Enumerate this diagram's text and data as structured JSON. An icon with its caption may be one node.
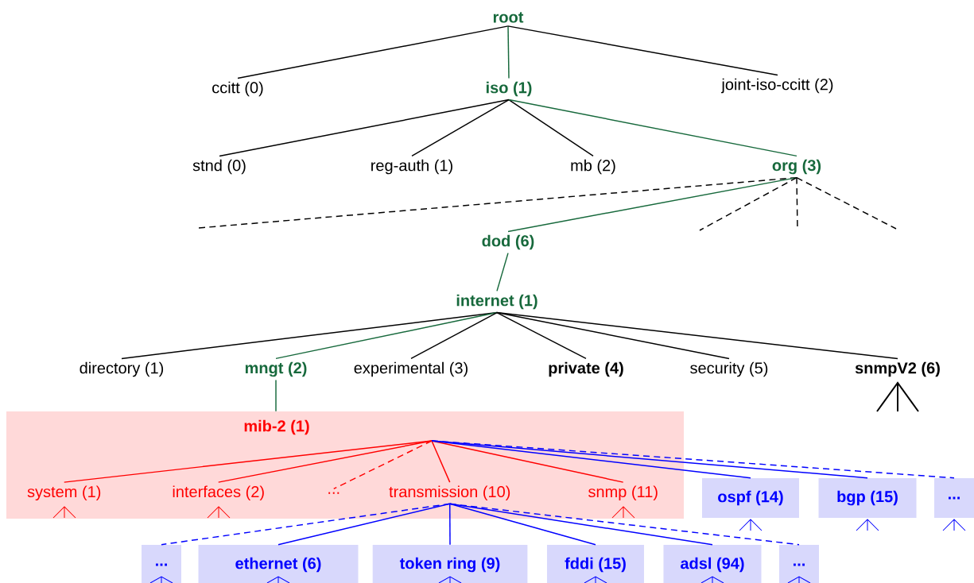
{
  "diagram": {
    "nodes": [
      {
        "text": [
          "root"
        ]
      },
      {
        "text": [
          "ccitt (0)"
        ]
      },
      {
        "text": [
          "iso (1)"
        ]
      },
      {
        "text": [
          "joint-iso-ccitt (2)"
        ]
      },
      {
        "text": [
          "stnd (0)"
        ]
      },
      {
        "text": [
          "reg-auth (1)"
        ]
      },
      {
        "text": [
          "mb (2)"
        ]
      },
      {
        "text": [
          "org (3)"
        ]
      },
      {
        "text": [
          "dod (6)"
        ]
      },
      {
        "text": [
          "internet (1)"
        ]
      },
      {
        "text": [
          "directory (1)"
        ]
      },
      {
        "text": [
          "mngt (2)"
        ]
      },
      {
        "text": [
          "experimental (3)"
        ]
      },
      {
        "text": [
          "private (4)"
        ]
      },
      {
        "text": [
          "security (5)"
        ]
      },
      {
        "text": [
          "snmpV2 (6)"
        ]
      },
      {
        "text": [
          "mib-2 (1)"
        ]
      },
      {
        "text": [
          "system (1)"
        ],
        "in": 16
      },
      {
        "text": [
          "interfaces (2)"
        ],
        "in": 16
      },
      {
        "text": [
          "..."
        ],
        "in": 16
      },
      {
        "text": [
          "transmission (10)"
        ],
        "in": 16
      },
      {
        "text": [
          "snmp (11)"
        ],
        "in": 16
      },
      {
        "text": [
          "ospf (14)"
        ]
      },
      {
        "text": [
          "bgp (15)"
        ]
      },
      {
        "text": [
          "..."
        ]
      },
      {
        "text": [
          "..."
        ]
      },
      {
        "text": [
          "ethernet (6)"
        ]
      },
      {
        "text": [
          "token ring (9)"
        ]
      },
      {
        "text": [
          "fddi (15)"
        ]
      },
      {
        "text": [
          "adsl (94)"
        ]
      },
      {
        "text": [
          "..."
        ]
      }
    ],
    "edges": [
      {
        "from": 0,
        "to": 1,
        "arrow": "none"
      },
      {
        "from": 0,
        "to": 2,
        "arrow": "none",
        "color": "#17693c"
      },
      {
        "from": 0,
        "to": 3,
        "arrow": "none"
      },
      {
        "from": 2,
        "to": 4,
        "arrow": "none"
      },
      {
        "from": 2,
        "to": 5,
        "arrow": "none"
      },
      {
        "from": 2,
        "to": 6,
        "arrow": "none"
      },
      {
        "from": 2,
        "to": 7,
        "arrow": "none",
        "color": "#17693c"
      },
      {
        "from": 7,
        "to": null,
        "arrow": "none",
        "style": "dashed"
      },
      {
        "from": 7,
        "to": 8,
        "arrow": "none",
        "color": "#17693c"
      },
      {
        "from": 7,
        "to": null,
        "arrow": "none",
        "style": "dashed"
      },
      {
        "from": 7,
        "to": null,
        "arrow": "none",
        "style": "dashed"
      },
      {
        "from": 7,
        "to": null,
        "arrow": "none",
        "style": "dashed"
      },
      {
        "from": 8,
        "to": 9,
        "arrow": "none",
        "color": "#17693c"
      },
      {
        "from": 9,
        "to": 10,
        "arrow": "none"
      },
      {
        "from": 9,
        "to": 11,
        "arrow": "none",
        "color": "#17693c"
      },
      {
        "from": 9,
        "to": 12,
        "arrow": "none"
      },
      {
        "from": 9,
        "to": 13,
        "arrow": "none"
      },
      {
        "from": 9,
        "to": 14,
        "arrow": "none"
      },
      {
        "from": 9,
        "to": 15,
        "arrow": "none"
      },
      {
        "from": 11,
        "to": 16,
        "arrow": "none",
        "color": "#17693c"
      },
      {
        "from": 16,
        "to": 17,
        "arrow": "none",
        "color": "#ff0000"
      },
      {
        "from": 16,
        "to": 18,
        "arrow": "none",
        "color": "#ff0000"
      },
      {
        "from": 16,
        "to": 19,
        "arrow": "none",
        "color": "#ff0000",
        "style": "dashed"
      },
      {
        "from": 16,
        "to": 20,
        "arrow": "none",
        "color": "#ff0000"
      },
      {
        "from": 16,
        "to": 21,
        "arrow": "none",
        "color": "#ff0000"
      },
      {
        "from": 16,
        "to": 22,
        "arrow": "none",
        "color": "#0000ff"
      },
      {
        "from": 16,
        "to": 23,
        "arrow": "none",
        "color": "#0000ff"
      },
      {
        "from": 16,
        "to": 24,
        "arrow": "none",
        "color": "#0000ff",
        "style": "dashed"
      },
      {
        "from": 20,
        "to": 25,
        "arrow": "none",
        "color": "#0000ff",
        "style": "dashed"
      },
      {
        "from": 20,
        "to": 26,
        "arrow": "none",
        "color": "#0000ff"
      },
      {
        "from": 20,
        "to": 27,
        "arrow": "none",
        "color": "#0000ff"
      },
      {
        "from": 20,
        "to": 28,
        "arrow": "none",
        "color": "#0000ff"
      },
      {
        "from": 20,
        "to": 29,
        "arrow": "none",
        "color": "#0000ff"
      },
      {
        "from": 20,
        "to": 30,
        "arrow": "none",
        "color": "#0000ff",
        "style": "dashed"
      }
    ]
  }
}
